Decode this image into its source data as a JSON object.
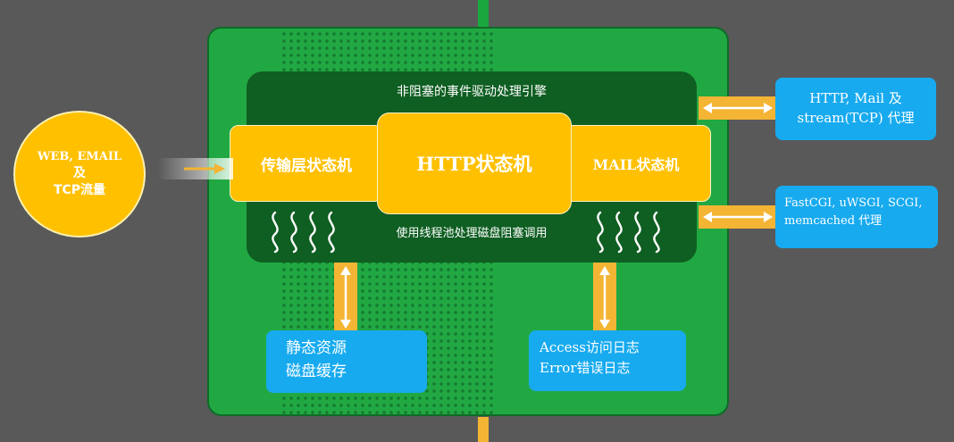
{
  "engine": {
    "title": "非阻塞的事件驱动处理引擎",
    "subtitle": "使用线程池处理磁盘阻塞调用"
  },
  "state_machines": {
    "transport": "传输层状态机",
    "http": "HTTP状态机",
    "mail": "MAIL状态机"
  },
  "traffic": {
    "line1": "WEB, EMAIL",
    "line2": "及",
    "line3": "TCP流量"
  },
  "proxies": {
    "http_mail": {
      "line1": "HTTP, Mail 及",
      "line2": "stream(TCP) 代理"
    },
    "fastcgi": {
      "line1": "FastCGI, uWSGI, SCGI,",
      "line2": "memcached 代理"
    }
  },
  "resources": {
    "static": {
      "line1": "静态资源",
      "line2": "磁盘缓存"
    },
    "logs": {
      "line1": "Access访问日志",
      "line2": "Error错误日志"
    }
  },
  "colors": {
    "background": "#595959",
    "board": "#21a843",
    "engine": "#0f5e22",
    "state_box": "#ffc000",
    "info_box": "#17aaef",
    "arrow": "#f4b434"
  }
}
